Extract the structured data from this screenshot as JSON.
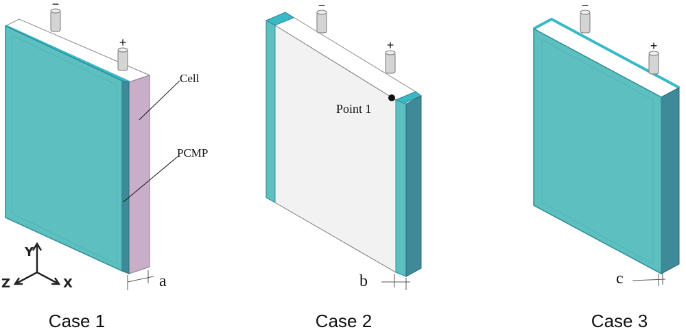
{
  "cases": [
    {
      "caption": "Case 1",
      "labels": {
        "cell": "Cell",
        "pcmp": "PCMP",
        "gap": "a"
      }
    },
    {
      "caption": "Case 2",
      "labels": {
        "point": "Point 1",
        "gap": "b"
      }
    },
    {
      "caption": "Case 3",
      "labels": {
        "gap": "c"
      }
    }
  ],
  "terminals": {
    "negative": "−",
    "positive": "+"
  },
  "axes": {
    "y": "Y",
    "z": "Z",
    "x": "X"
  },
  "colors": {
    "pcmp": "#5cc0c0",
    "pcmp_dark": "#3f8a99",
    "pcmp_edge": "#39b8c6",
    "cell_side": "#c9aec9",
    "cell_face": "#f2f2f2",
    "terminal": "#d4d4d4"
  }
}
